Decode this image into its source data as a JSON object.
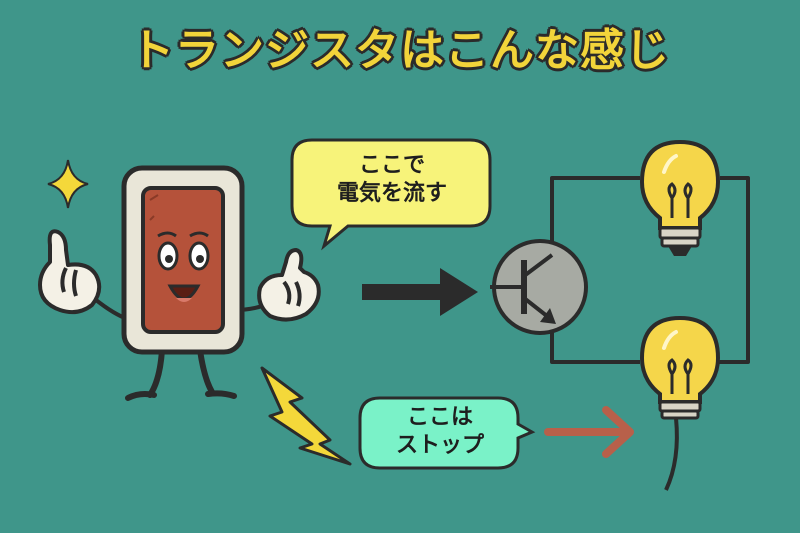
{
  "title": "トランジスタはこんな感じ",
  "bubbles": {
    "flow": {
      "line1": "ここで",
      "line2": "電気を流す"
    },
    "stop": {
      "line1": "ここは",
      "line2": "ストップ"
    }
  },
  "colors": {
    "background": "#3f968a",
    "title": "#f2d43a",
    "flow_bubble": "#f7f37a",
    "stop_bubble": "#7af2c8",
    "arrow_flow": "#2b2b2b",
    "arrow_stop": "#b8604a",
    "bulb": "#f5d64a",
    "chip_body": "#b5523a",
    "lightning": "#f4d83a"
  },
  "icons": [
    "sparkle-icon",
    "lightning-icon",
    "bulb-icon",
    "transistor-symbol-icon",
    "pointing-hand-icon"
  ]
}
